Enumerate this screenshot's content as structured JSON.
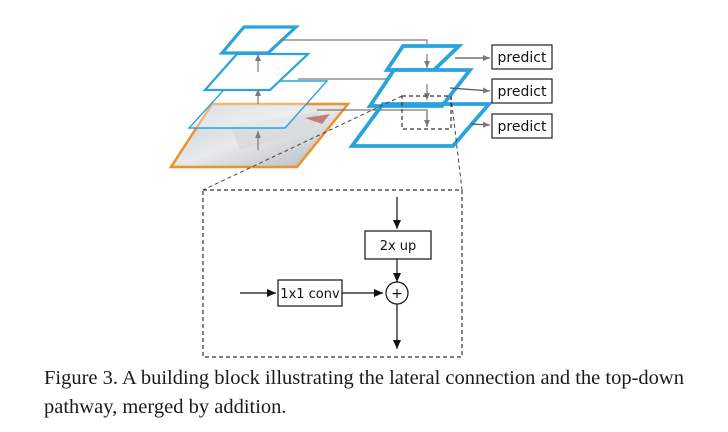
{
  "blocks": {
    "conv_label": "1x1 conv",
    "up_label": "2x up",
    "add_symbol": "+"
  },
  "predict_labels": [
    "predict",
    "predict",
    "predict"
  ],
  "caption": {
    "figure_label": "Figure 3.",
    "text": "A building block illustrating the lateral connection and the top-down pathway, merged by addition."
  },
  "colors": {
    "pyramid_blue": "#29a3dd",
    "image_orange": "#f0902a",
    "arrow_gray": "#7a7a7a",
    "line_dark": "#222222"
  }
}
